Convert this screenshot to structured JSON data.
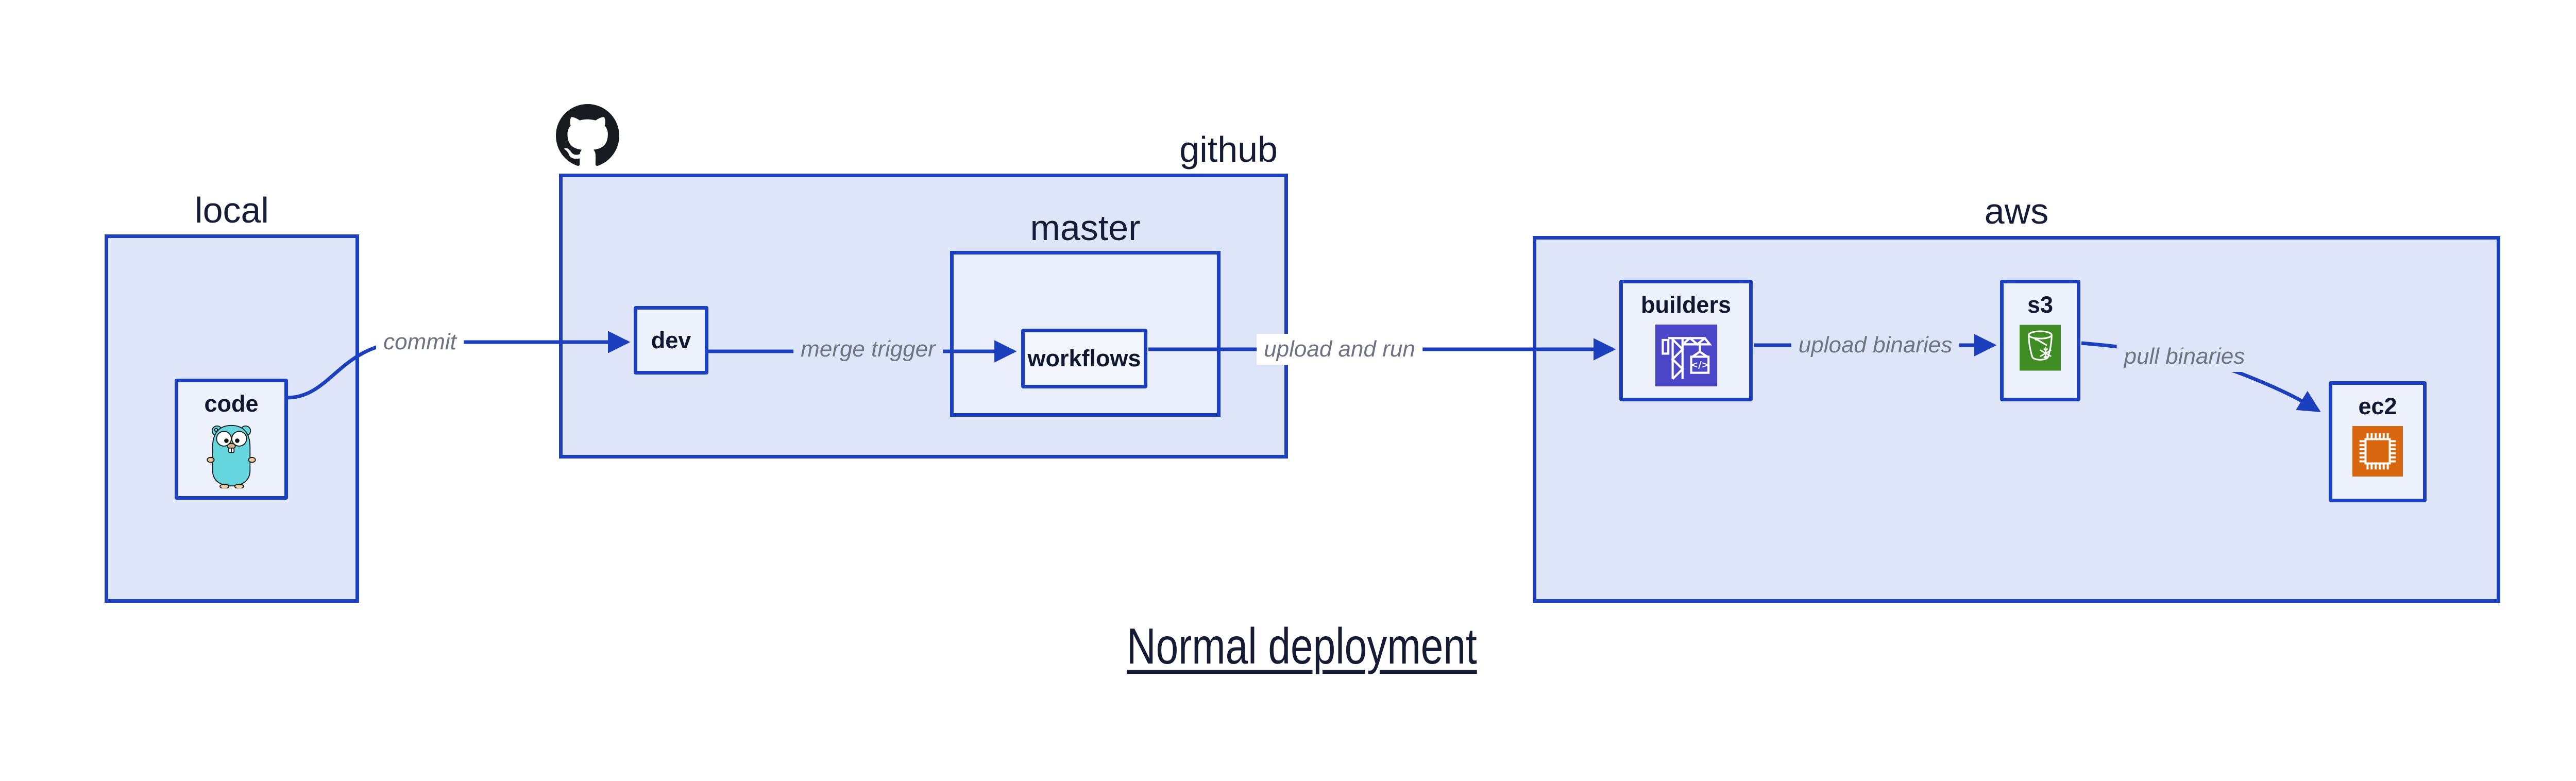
{
  "title": {
    "text": "Normal deployment"
  },
  "groups": {
    "local": {
      "label": "local"
    },
    "github": {
      "label": "github",
      "logo": "github-octocat-icon"
    },
    "master": {
      "label": "master"
    },
    "aws": {
      "label": "aws"
    }
  },
  "nodes": {
    "code": {
      "label": "code",
      "icon": "go-gopher-icon"
    },
    "dev": {
      "label": "dev"
    },
    "workflows": {
      "label": "workflows"
    },
    "builders": {
      "label": "builders",
      "icon": "aws-codebuild-crane-icon"
    },
    "s3": {
      "label": "s3",
      "icon": "aws-s3-glacier-bucket-icon"
    },
    "ec2": {
      "label": "ec2",
      "icon": "aws-ec2-chip-icon"
    }
  },
  "edges": [
    {
      "from": "code",
      "to": "dev",
      "label": "commit"
    },
    {
      "from": "dev",
      "to": "workflows",
      "label": "merge trigger"
    },
    {
      "from": "workflows",
      "to": "builders",
      "label": "upload and run"
    },
    {
      "from": "builders",
      "to": "s3",
      "label": "upload binaries"
    },
    {
      "from": "s3",
      "to": "ec2",
      "label": "pull binaries"
    }
  ],
  "colors": {
    "border_and_arrows": "#1c3fbe",
    "group_fill": "#dfe5f9",
    "master_fill": "#eaeefb",
    "node_fill": "#edf1fc",
    "workflows_fill": "#f3f6fd",
    "label_navy": "#151c36",
    "edge_label_gray": "#6d7380",
    "codebuild_indigo": "#4b46c8",
    "s3_glacier_green": "#3f8b24",
    "ec2_orange": "#d9670f",
    "gopher_teal": "#65d6dd",
    "octocat_black": "#181b20"
  }
}
